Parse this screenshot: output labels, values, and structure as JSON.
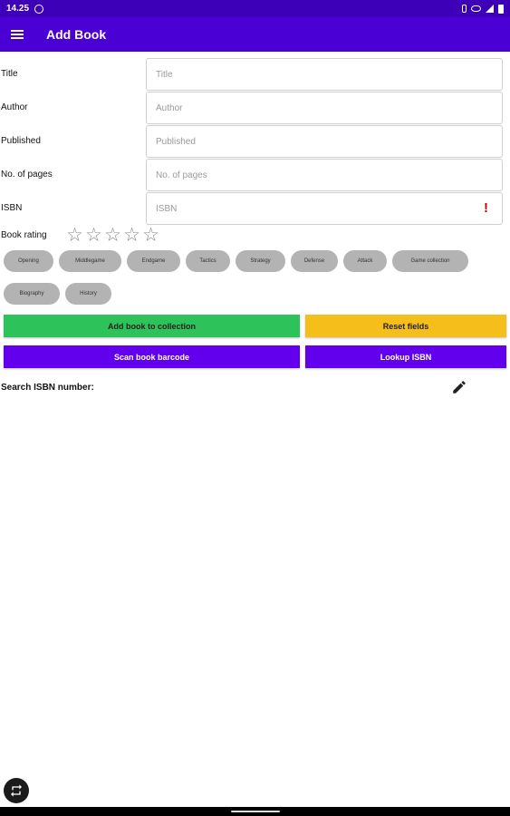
{
  "status_bar": {
    "time": "14.25"
  },
  "app_bar": {
    "title": "Add Book"
  },
  "form": {
    "title": {
      "label": "Title",
      "placeholder": "Title",
      "value": ""
    },
    "author": {
      "label": "Author",
      "placeholder": "Author",
      "value": ""
    },
    "published": {
      "label": "Published",
      "placeholder": "Published",
      "value": ""
    },
    "pages": {
      "label": "No. of pages",
      "placeholder": "No. of pages",
      "value": ""
    },
    "isbn": {
      "label": "ISBN",
      "placeholder": "ISBN",
      "value": "",
      "error_glyph": "!"
    }
  },
  "rating": {
    "label": "Book rating",
    "value": 0,
    "max": 5,
    "empty_star": "☆"
  },
  "chips": [
    {
      "label": "Opening"
    },
    {
      "label": "Middlegame"
    },
    {
      "label": "Endgame"
    },
    {
      "label": "Tactics"
    },
    {
      "label": "Strategy"
    },
    {
      "label": "Defense"
    },
    {
      "label": "Attack"
    },
    {
      "label": "Game collection"
    },
    {
      "label": "Biography"
    },
    {
      "label": "History"
    }
  ],
  "buttons": {
    "add": "Add book to collection",
    "reset": "Reset fields",
    "scan": "Scan book barcode",
    "lookup": "Lookup ISBN"
  },
  "search": {
    "label": "Search ISBN number:"
  },
  "colors": {
    "status_bar": "#3d00b8",
    "app_bar": "#4a00d4",
    "add_button": "#2ec25a",
    "reset_button": "#f5be1b",
    "action_button": "#6200ee",
    "chip": "#b3b3b3",
    "error": "#d10000"
  },
  "icons": [
    "menu-icon",
    "star-icon",
    "error-icon",
    "pencil-icon",
    "rotate-icon"
  ]
}
